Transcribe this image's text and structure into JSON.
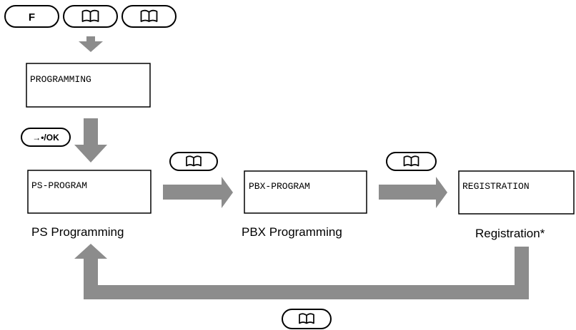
{
  "keys": {
    "function_key": "F",
    "ok_key": "→•/OK"
  },
  "screens": {
    "programming": "PROGRAMMING",
    "ps_program": "PS-PROGRAM",
    "pbx_program": "PBX-PROGRAM",
    "registration": "REGISTRATION"
  },
  "captions": {
    "ps": "PS Programming",
    "pbx": "PBX Programming",
    "registration": "Registration*"
  },
  "icons": {
    "directory_key": "book-icon",
    "arrow": "gray-block-arrow"
  },
  "colors": {
    "arrow_gray": "#8c8c8c",
    "outline": "#000000",
    "background": "#ffffff"
  }
}
